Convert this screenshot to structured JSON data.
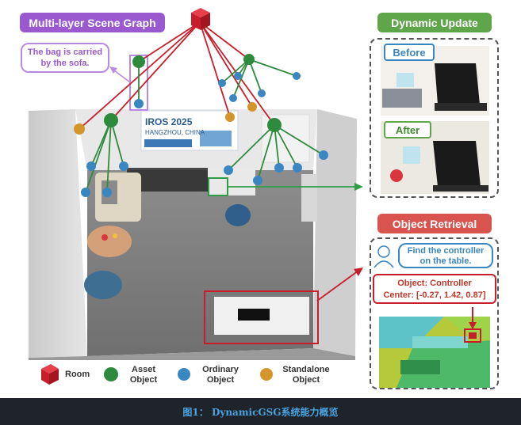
{
  "titles": {
    "scene_graph": "Multi-layer Scene Graph",
    "dynamic_update": "Dynamic Update",
    "object_retrieval": "Object Retrieval"
  },
  "callout": {
    "relation_text": "The bag is carried by the sofa."
  },
  "poster": {
    "line1": "IROS 2025",
    "line2": "HANGZHOU, CHINA"
  },
  "dynamic": {
    "before_label": "Before",
    "after_label": "After"
  },
  "retrieval": {
    "query": "Find the controller on the table.",
    "result_line1": "Object: Controller",
    "result_line2": "Center: [-0.27, 1.42, 0.87]"
  },
  "legend": {
    "room": "Room",
    "asset": "Asset Object",
    "ordinary": "Ordinary Object",
    "standalone": "Standalone Object"
  },
  "colors": {
    "room": "#d0202a",
    "asset": "#2e8b3e",
    "ordinary": "#3a86c0",
    "standalone": "#d4952a",
    "title_purple": "#9b59d0",
    "title_green": "#5fa54a",
    "title_red": "#d9534f"
  },
  "caption": "图1： DynamicGSG系统能力概览"
}
